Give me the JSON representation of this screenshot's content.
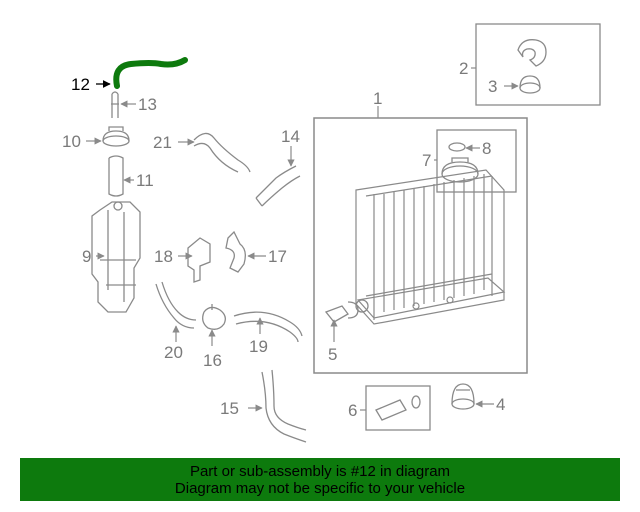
{
  "colors": {
    "highlight": "#0d7a0d",
    "banner": "#0d7a0d",
    "linework": "#8a8a8a",
    "highlight_label": "#000000"
  },
  "callouts": {
    "c1": "1",
    "c2": "2",
    "c3": "3",
    "c4": "4",
    "c5": "5",
    "c6": "6",
    "c7": "7",
    "c8": "8",
    "c9": "9",
    "c10": "10",
    "c11": "11",
    "c12": "12",
    "c13": "13",
    "c14": "14",
    "c15": "15",
    "c16": "16",
    "c17": "17",
    "c18": "18",
    "c19": "19",
    "c20": "20",
    "c21": "21"
  },
  "banner": {
    "line1": "Part or sub-assembly is #12 in diagram",
    "line2": "Diagram may not be specific to your vehicle"
  }
}
